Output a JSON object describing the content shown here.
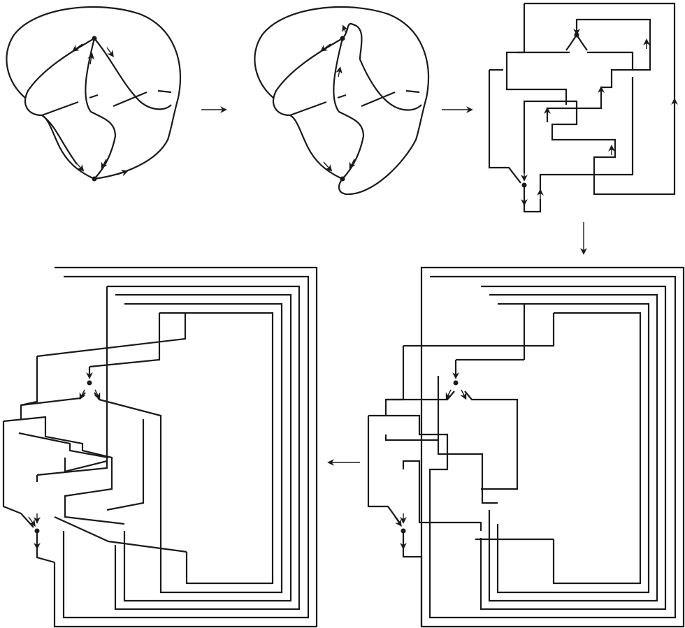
{
  "figure": {
    "panels": [
      {
        "id": "knot-graph-original",
        "vertices": 2,
        "arrows": 8
      },
      {
        "id": "knot-graph-twisted",
        "vertices": 2,
        "arrows": 8
      },
      {
        "id": "rectilinear-diagram",
        "vertices": 2,
        "arrows": 10
      },
      {
        "id": "nested-frame-diagram",
        "vertices": 2,
        "arrows": 6
      },
      {
        "id": "braided-frame-diagram",
        "vertices": 2,
        "arrows": 6
      }
    ],
    "transition_arrows": [
      {
        "from": "knot-graph-original",
        "to": "knot-graph-twisted",
        "direction": "right"
      },
      {
        "from": "knot-graph-twisted",
        "to": "rectilinear-diagram",
        "direction": "right"
      },
      {
        "from": "rectilinear-diagram",
        "to": "nested-frame-diagram",
        "direction": "down"
      },
      {
        "from": "nested-frame-diagram",
        "to": "braided-frame-diagram",
        "direction": "left"
      }
    ],
    "colors": {
      "stroke": "#1a1a1a",
      "background": "#ffffff"
    }
  }
}
